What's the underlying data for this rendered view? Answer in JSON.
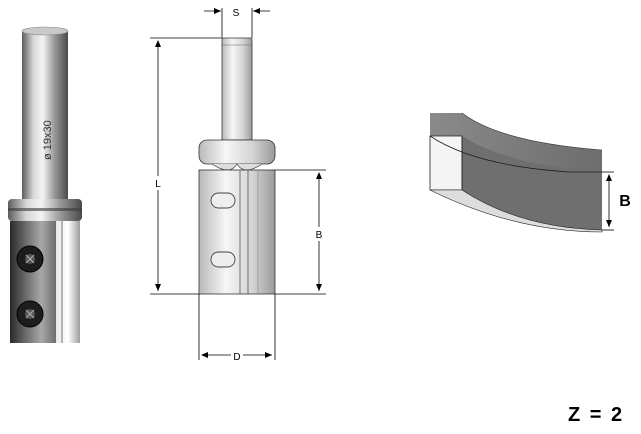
{
  "product_photo": {
    "shank_marking": "ø 19x30"
  },
  "technical_drawing": {
    "dimensions": {
      "shank": "S",
      "overall_length": "L",
      "cutting_length": "B",
      "diameter": "D"
    }
  },
  "profile_view": {
    "dimension": "B"
  },
  "teeth_count": "Z = 2"
}
